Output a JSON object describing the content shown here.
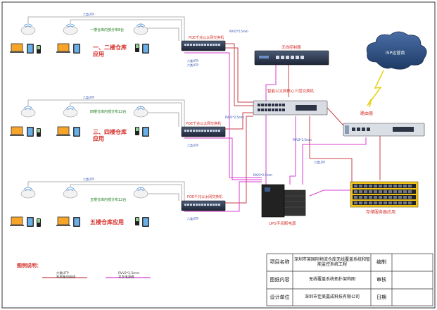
{
  "floors": [
    {
      "ap_label": "一楼仓库内部分布8台",
      "area_label": "一、二楼仓库\n应用",
      "switch_label": "POE千兆以太网交换机"
    },
    {
      "ap_label": "四楼仓库内部分布12台",
      "area_label": "三、四楼仓库\n应用",
      "switch_label": "POE千兆以太网交换机"
    },
    {
      "ap_label": "五楼仓库内部分布12台",
      "area_label": "五楼仓库应用",
      "switch_label": "POE千兆以太网交换机"
    }
  ],
  "core": {
    "controller_label": "无线控制器",
    "core_switch_label": "智能以太网核心三层交换机",
    "router_label": "路由器",
    "cloud_label": "ISP运营商",
    "storage_label": "存储服务器应用",
    "ups_label": "UPS不间断电源"
  },
  "cable_labels": {
    "fiber": "六类UTP",
    "power": "RVV2*2.5mm"
  },
  "legend": {
    "title": "图例说明：",
    "item1": "六类UTP\n非屏蔽双绞线",
    "item2": "RVV2*2.5mm\n平方电源线"
  },
  "title_block": {
    "project_name_label": "项目名称",
    "project_name_value": "深圳市某国际物流仓库无线覆盖系统和智能监控系统工程",
    "drawing_label": "图纸内容",
    "drawing_value": "无线覆盖系统拓扑架构图",
    "designer_label": "设计单位",
    "designer_value": "深圳市佳美嘉成科技有限公司",
    "draft_label": "编制",
    "review_label": "审核",
    "date_label": "日期"
  },
  "colors": {
    "utp": "#c8424a",
    "power": "#d63fd1",
    "ap_line": "#9a9a9a",
    "frame": "#333333"
  }
}
